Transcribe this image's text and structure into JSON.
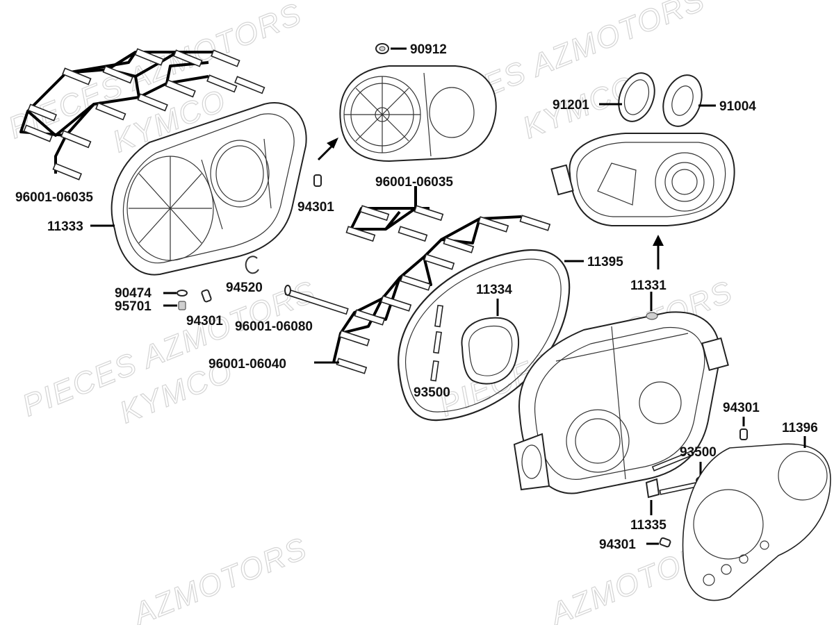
{
  "watermarks": {
    "line1": "PIECES AZMOTORS",
    "line2": "KYMCO",
    "line3": "AZMOTORS"
  },
  "labels": {
    "p96001_06035_a": "96001-06035",
    "p11333": "11333",
    "p90912": "90912",
    "p94301_a": "94301",
    "p96001_06035_b": "96001-06035",
    "p91201": "91201",
    "p91004": "91004",
    "p90474": "90474",
    "p95701": "95701",
    "p94301_b": "94301",
    "p94520": "94520",
    "p96001_06080": "96001-06080",
    "p11395": "11395",
    "p11334": "11334",
    "p11331": "11331",
    "p96001_06040": "96001-06040",
    "p93500_a": "93500",
    "p94301_c": "94301",
    "p11396": "11396",
    "p93500_b": "93500",
    "p11335": "11335",
    "p94301_d": "94301"
  }
}
